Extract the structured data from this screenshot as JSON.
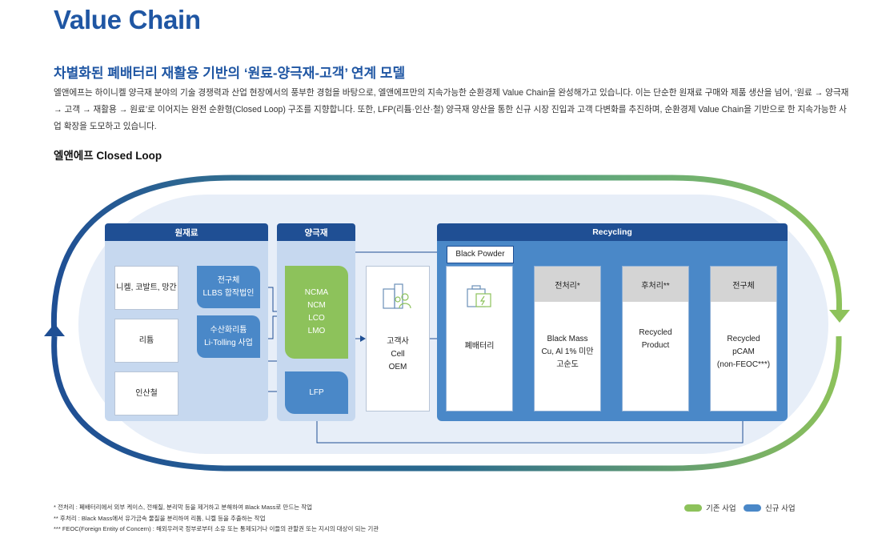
{
  "page": {
    "title": "Value Chain",
    "subtitle": "차별화된 폐배터리 재활용 기반의 ‘원료-양극재-고객’ 연계 모델",
    "intro": "엘앤에프는 하이니켈 양극재 분야의 기술 경쟁력과 산업 현장에서의 풍부한 경험을 바탕으로, 엘앤에프만의 지속가능한 순환경제 Value Chain을 완성해가고 있습니다. 이는 단순한 원재료 구매와 제품 생산을 넘어, ‘원료 → 양극재 → 고객 → 재활용 → 원료’로 이어지는 완전 순환형(Closed Loop) 구조를 지향합니다. 또한, LFP(리튬·인산·철) 양극재 양산을 통한 신규 시장 진입과 고객 다변화를 추진하며, 순환경제 Value Chain을 기반으로 한 지속가능한 사업 확장을 도모하고 있습니다.",
    "diagram_title": "엘앤에프 Closed Loop"
  },
  "diagram": {
    "raw_materials": {
      "header": "원재료",
      "inputs": [
        "니켈, 코발트, 망간",
        "리튬",
        "인산철"
      ],
      "precursor": [
        "전구체",
        "LLBS 합작법인"
      ],
      "hydroxide": [
        "수산화리튬",
        "Li-Tolling 사업"
      ]
    },
    "cathode": {
      "header": "양극재",
      "existing": [
        "NCMA",
        "NCM",
        "LCO",
        "LMO"
      ],
      "new": "LFP"
    },
    "customer": {
      "lines": [
        "고객사",
        "Cell",
        "OEM"
      ]
    },
    "recycling": {
      "header": "Recycling",
      "black_powder": "Black Powder",
      "waste_battery": "폐배터리",
      "steps": [
        {
          "head": "전처리*",
          "body": [
            "Black Mass",
            "Cu, Al 1% 미만",
            "고순도"
          ]
        },
        {
          "head": "후처리**",
          "body": [
            "Recycled",
            "Product"
          ]
        },
        {
          "head": "전구체",
          "body": [
            "Recycled",
            "pCAM",
            "(non-FEOC***)"
          ]
        }
      ]
    }
  },
  "footnotes": [
    "* 전처리 : 폐배터리에서 외부 케이스, 전해질, 분리막 등을 제거하고 분해하여 Black Mass로 만드는 작업",
    "** 후처리 : Black Mass에서 유가금속 물질을 분리하여 리튬, 니켈 등을 추출하는 작업",
    "*** FEOC(Foreign Entity of Concern) : 해외우려국 정부로부터 소유 또는 통제되거나 이들의 관할권 또는 지시의 대상이 되는 기관"
  ],
  "legend": [
    {
      "label": "기존 사업",
      "color": "#8dc25b"
    },
    {
      "label": "신규 사업",
      "color": "#4a88c8"
    }
  ],
  "colors": {
    "brand": "#1f56a3",
    "header": "#1f4f94",
    "new_business": "#4a88c8",
    "existing_business": "#8dc25b"
  }
}
